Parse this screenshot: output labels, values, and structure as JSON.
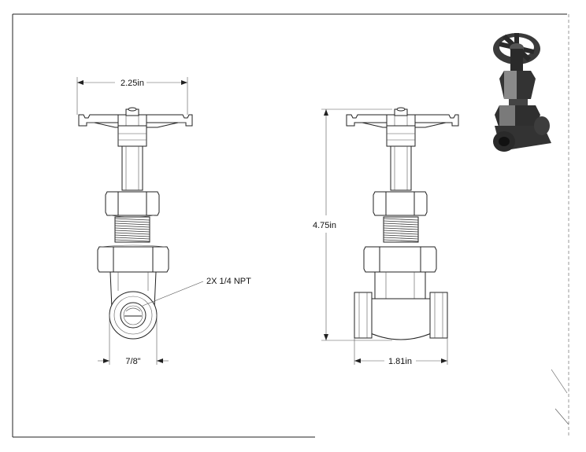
{
  "drawing": {
    "dimensions": {
      "handwheel_width": "2.25in",
      "overall_height": "4.75in",
      "side_width": "7/8\"",
      "body_length": "1.81in"
    },
    "callout": "2X 1/4 NPT"
  },
  "colors": {
    "line": "#222222",
    "thin_line": "#555555",
    "render_dark": "#2a2a2a",
    "render_mid": "#555555",
    "render_light": "#8a8a8a"
  }
}
